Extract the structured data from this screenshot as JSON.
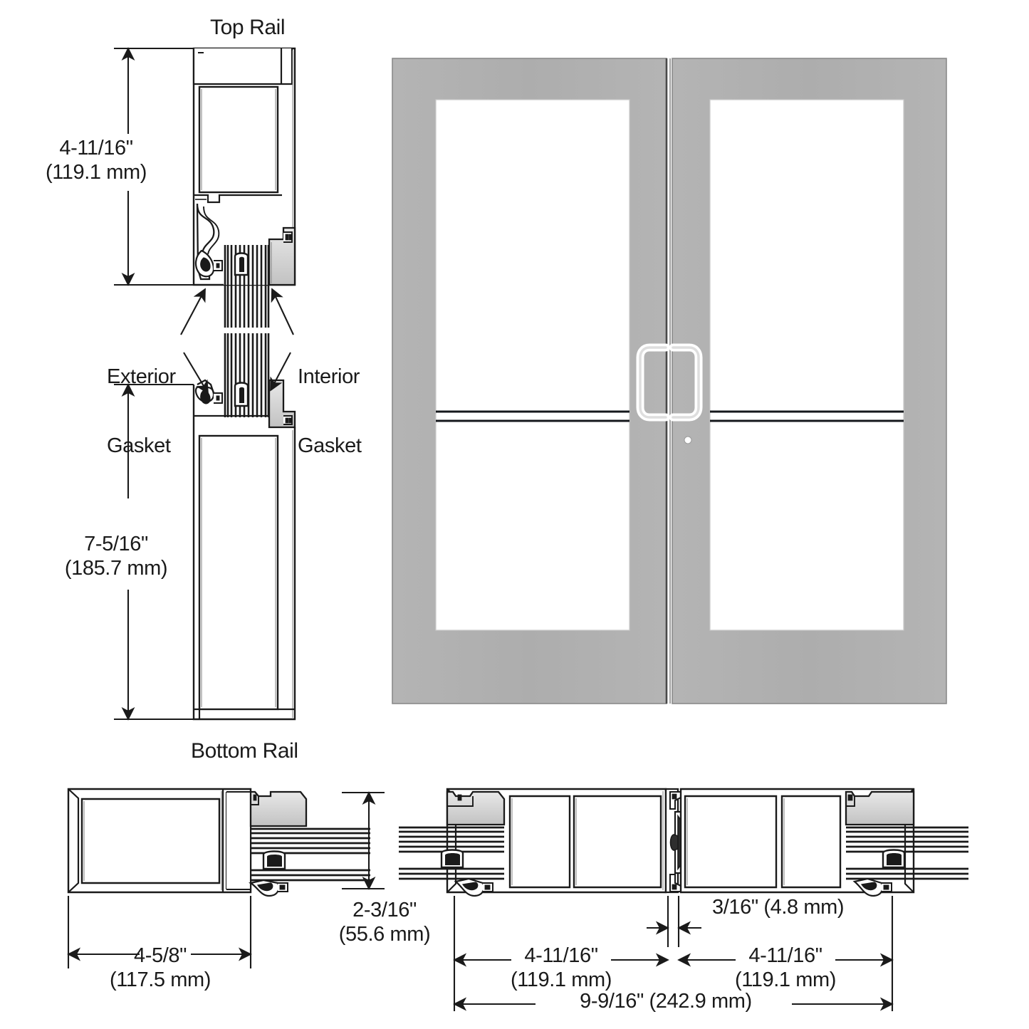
{
  "drawing": {
    "type": "architectural-detail",
    "subject": "Aluminum entrance door — rail and stile sections with paired door elevation",
    "background_color": "#ffffff",
    "line_color": "#1a1a1a",
    "door_face_color": "#b0b0b0",
    "glass_color": "#ffffff",
    "gasket_fill_color": "#d4d4d4"
  },
  "section_labels": {
    "top_rail": "Top Rail",
    "bottom_rail": "Bottom Rail"
  },
  "callouts": {
    "exterior_gasket": "Exterior\nGasket",
    "interior_gasket": "Interior\nGasket"
  },
  "dimensions": {
    "top_rail_height": {
      "imperial": "4-11/16\"",
      "metric": "(119.1 mm)",
      "orientation": "vertical"
    },
    "bottom_rail_height": {
      "imperial": "7-5/16\"",
      "metric": "(185.7 mm)",
      "orientation": "vertical"
    },
    "stile_width": {
      "imperial": "4-5/8\"",
      "metric": "(117.5 mm)",
      "orientation": "horizontal"
    },
    "section_depth": {
      "imperial": "2-3/16\"",
      "metric": "(55.6 mm)",
      "orientation": "vertical"
    },
    "gap_between_stiles": {
      "combined": "3/16\" (4.8 mm)",
      "orientation": "horizontal"
    },
    "left_meeting_stile": {
      "imperial": "4-11/16\"",
      "metric": "(119.1 mm)",
      "orientation": "horizontal"
    },
    "right_meeting_stile": {
      "imperial": "4-11/16\"",
      "metric": "(119.1 mm)",
      "orientation": "horizontal"
    },
    "overall_meeting_stile_width": {
      "combined": "9-9/16\" (242.9 mm)",
      "orientation": "horizontal"
    }
  },
  "elevation": {
    "name": "paired-door-elevation",
    "leaf_count": 2,
    "glass_lites_per_leaf": 2,
    "hardware": {
      "pull_handle_pair": "push-pull-handle",
      "cylinder": "key-cylinder"
    }
  }
}
